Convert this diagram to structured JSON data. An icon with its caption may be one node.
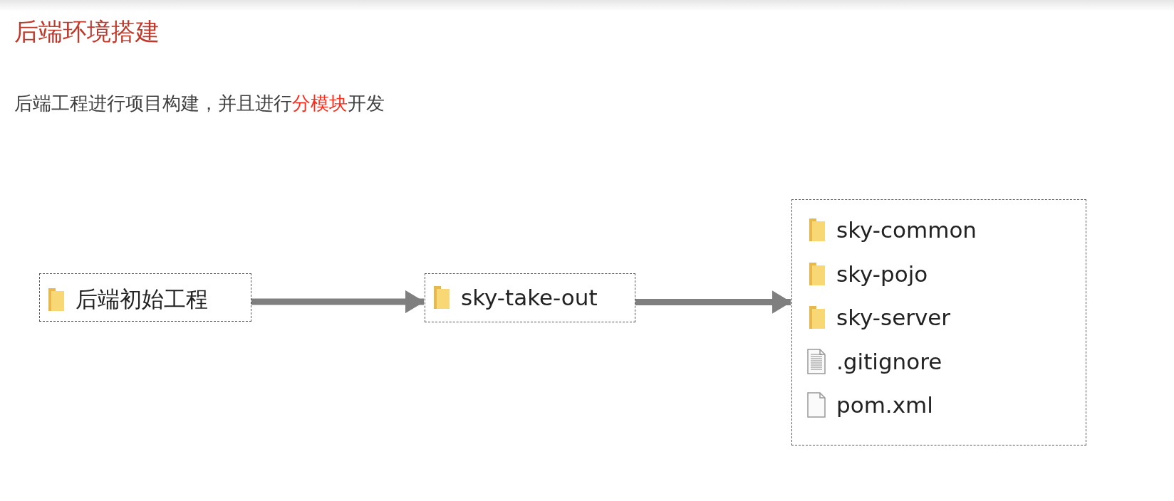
{
  "diagram": {
    "title": "后端环境搭建",
    "nodes": [
      {
        "text": [
          "后端初始工程"
        ]
      },
      {
        "text": [
          "sky-take-out"
        ]
      },
      {
        "text": [
          "sky-common",
          "sky-pojo",
          "sky-server",
          ".gitignore",
          "pom.xml"
        ]
      }
    ],
    "edges": [
      {
        "from": 0,
        "to": 1,
        "arrow": "to"
      },
      {
        "from": 1,
        "to": 2,
        "arrow": "to"
      }
    ],
    "labels": [
      "后端工程进行项目构建，并且进行**分模块**开发"
    ]
  }
}
